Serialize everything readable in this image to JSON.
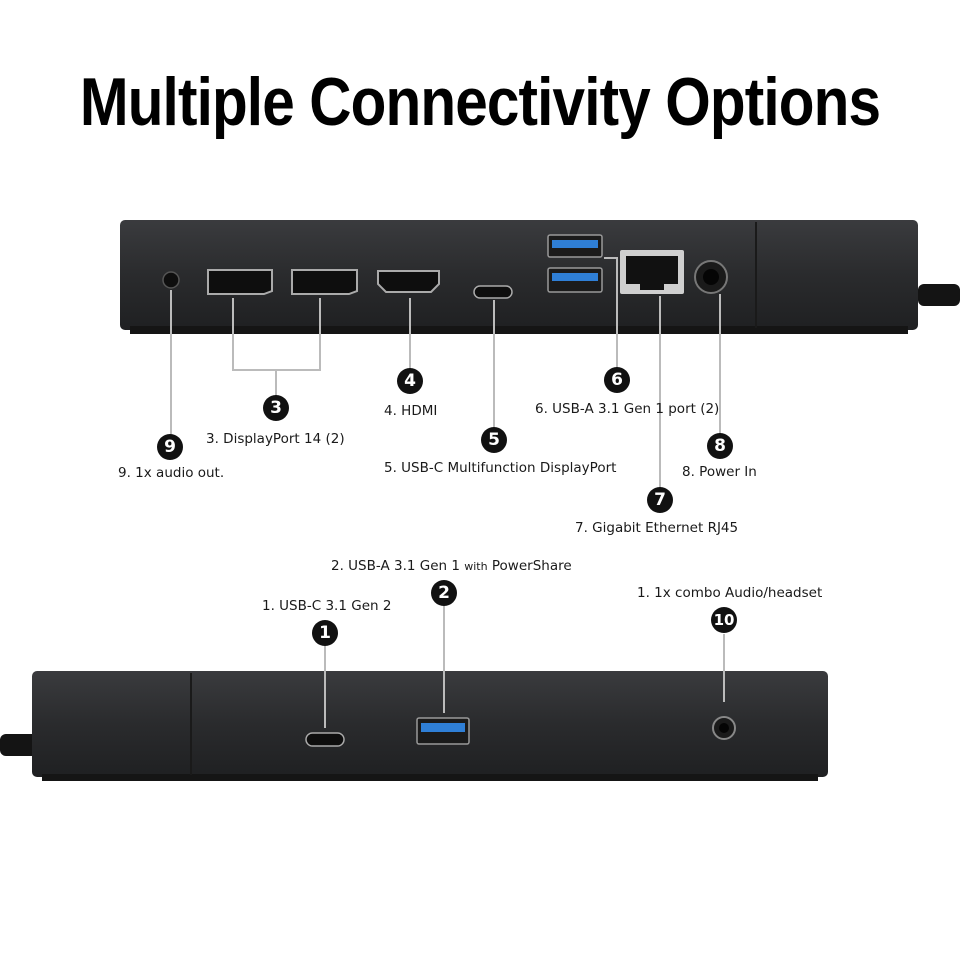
{
  "title": "Multiple Connectivity Options",
  "rear_callouts": [
    {
      "num": "9",
      "label": "9. 1x audio out."
    },
    {
      "num": "3",
      "label": "3. DisplayPort 14 (2)"
    },
    {
      "num": "4",
      "label": "4. HDMI"
    },
    {
      "num": "5",
      "label": "5. USB-C Multifunction DisplayPort"
    },
    {
      "num": "6",
      "label": "6. USB-A 3.1 Gen 1 port (2)"
    },
    {
      "num": "7",
      "label": "7. Gigabit Ethernet RJ45"
    },
    {
      "num": "8",
      "label": "8. Power In"
    }
  ],
  "front_callouts": [
    {
      "num": "1",
      "label": "1. USB-C 3.1 Gen 2"
    },
    {
      "num": "2",
      "label_pre": "2. USB-A 3.1 Gen 1 ",
      "label_small": "with",
      "label_post": " PowerShare"
    },
    {
      "num": "10",
      "label": "1. 1x combo Audio/headset"
    }
  ],
  "colors": {
    "dock_body": "#2b2c2e",
    "port_blue": "#2f7fd6",
    "callout": "#111111"
  }
}
